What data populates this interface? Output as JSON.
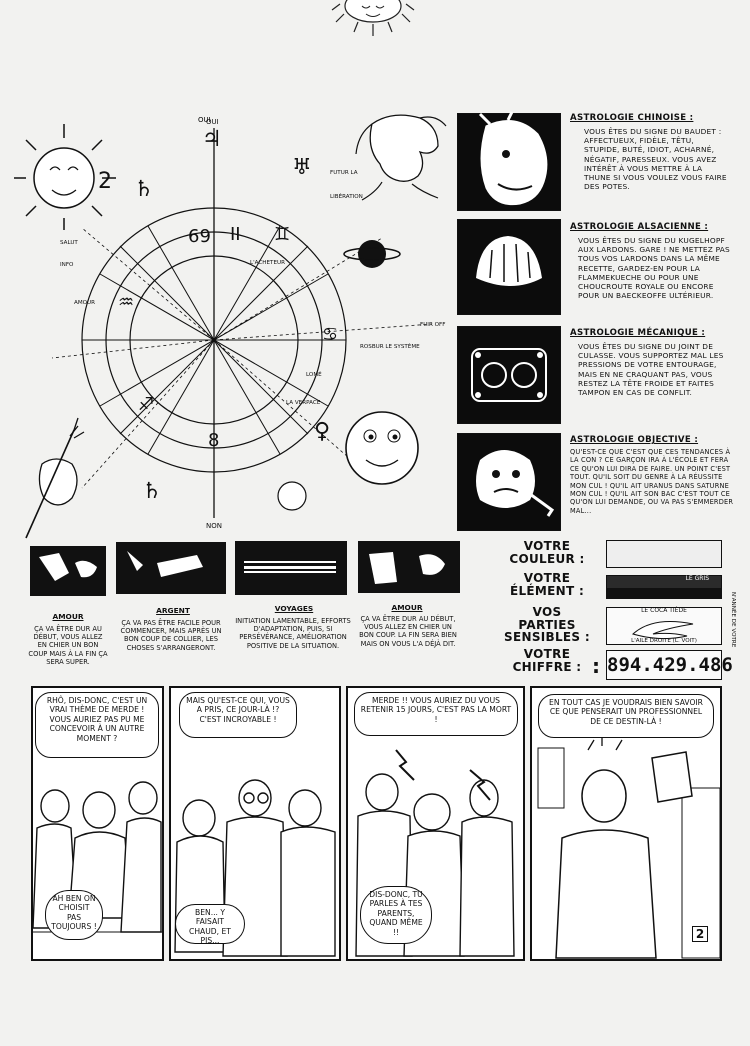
{
  "chart": {
    "top_label": "OUI",
    "bottom_label": "NON",
    "notes": [
      "FUTUR LA",
      "LIBÉRATION",
      "LOMÉ",
      "ROSBUR LE SYSTÈME",
      "FUIR OFF",
      "AMOUR",
      "INFO",
      "SALUT",
      "LA VERPACE",
      "L'ACHETEUR"
    ]
  },
  "sections": [
    {
      "title": "ASTROLOGIE CHINOISE :",
      "text": "VOUS ÊTES DU SIGNE DU BAUDET : AFFECTUEUX, FIDÈLE, TÊTU, STUPIDE, BUTÉ, IDIOT, ACHARNÉ, NÉGATIF, PARESSEUX. VOUS AVEZ INTÉRÊT À VOUS METTRE À LA THUNE SI VOUS VOULEZ VOUS FAIRE DES POTES."
    },
    {
      "title": "ASTROLOGIE ALSACIENNE :",
      "text": "VOUS ÊTES DU SIGNE DU KUGELHOPF AUX LARDONS. GARE ! NE METTEZ PAS TOUS VOS LARDONS DANS LA MÊME RECETTE, GARDEZ-EN POUR LA FLAMMEKUECHE OU POUR UNE CHOUCROUTE ROYALE OU ENCORE POUR UN BAECKEOFFE ULTÉRIEUR."
    },
    {
      "title": "ASTROLOGIE MÉCANIQUE :",
      "text": "VOUS ÊTES DU SIGNE DU JOINT DE CULASSE. VOUS SUPPORTEZ MAL LES PRESSIONS DE VOTRE ENTOURAGE, MAIS EN NE CRAQUANT PAS, VOUS RESTEZ LA TÊTE FROIDE ET FAITES TAMPON EN CAS DE CONFLIT."
    },
    {
      "title": "ASTROLOGIE OBJECTIVE :",
      "text": "QU'EST-CE QUE C'EST QUE CES TENDANCES À LA CON ? CE GARÇON IRA À L'ÉCOLE ET FERA CE QU'ON LUI DIRA DE FAIRE. UN POINT C'EST TOUT. QU'IL SOIT DU GENRE À LA RÉUSSITE MON CUL ! QU'IL AIT URANUS DANS SATURNE MON CUL ! QU'IL AIT SON BAC C'EST TOUT CE QU'ON LUI DEMANDE, OU VA PAS S'EMMERDER MAL..."
    }
  ],
  "forecasts": [
    {
      "label": "AMOUR",
      "text": "ÇA VA ÊTRE DUR AU DÉBUT, VOUS ALLEZ EN CHIER UN BON COUP MAIS À LA FIN ÇA SERA SUPER."
    },
    {
      "label": "ARGENT",
      "text": "ÇA VA PAS ÊTRE FACILE POUR COMMENCER, MAIS APRÈS UN BON COUP DE COLLIER, LES CHOSES S'ARRANGERONT."
    },
    {
      "label": "VOYAGES",
      "text": "INITIATION LAMENTABLE, EFFORTS D'ADAPTATION, PUIS, SI PERSÉVÉRANCE, AMÉLIORATION POSITIVE DE LA SITUATION."
    },
    {
      "label": "AMOUR",
      "text": "ÇA VA ÊTRE DUR AU DÉBUT, VOUS ALLEZ EN CHIER UN BON COUP. LA FIN SERA BIEN MAIS ON VOUS L'A DÉJÀ DIT."
    }
  ],
  "attributes": [
    {
      "label": "VOTRE COULEUR :",
      "caption": ""
    },
    {
      "label": "VOTRE ÉLÉMENT :",
      "caption": "LE GRIS"
    },
    {
      "label": "VOS PARTIES SENSIBLES :",
      "caption": "LE COCA TIÈDE"
    },
    {
      "label": "VOTRE CHIFFRE :",
      "caption": "L'AILE DROITE (L. VOIT)"
    }
  ],
  "number": "894.429.486",
  "side_note": "N'ANNÉE DE VOTRE",
  "comic": {
    "p1": {
      "bubble1": "RHÔ, DIS-DONC, C'EST UN VRAI THÈME DE MERDE ! VOUS AURIEZ PAS PU ME CONCEVOIR À UN AUTRE MOMENT ?",
      "bubble2": "AH BEN ON CHOISIT PAS TOUJOURS !"
    },
    "p2": {
      "bubble1": "MAIS QU'EST-CE QUI, VOUS A PRIS, CE JOUR-LÀ !? C'EST INCROYABLE !",
      "bubble2": "BEN... Y FAISAIT CHAUD, ET PIS..."
    },
    "p3": {
      "bubble1": "MERDE !! VOUS AURIEZ DU VOUS RETENIR 15 JOURS, C'EST PAS LA MORT !",
      "bubble2": "DIS-DONC, TU PARLES À TES PARENTS, QUAND MÊME !!"
    },
    "p4": {
      "bubble1": "EN TOUT CAS JE VOUDRAIS BIEN SAVOIR CE QUE PENSERAIT UN PROFESSIONNEL DE CE DESTIN-LÀ !"
    }
  },
  "page_number": "2"
}
